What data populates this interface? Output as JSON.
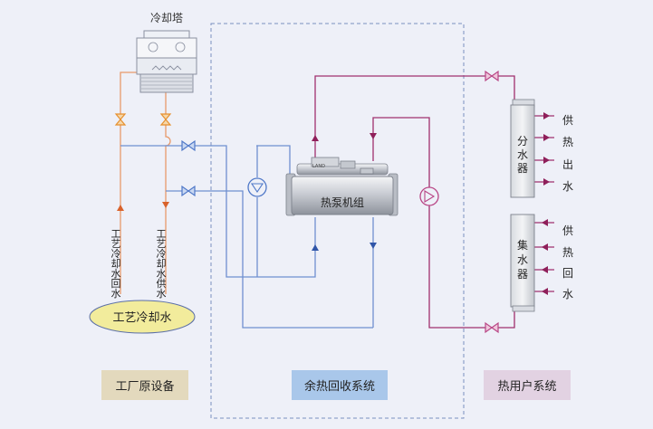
{
  "colors": {
    "background": "#eef0f8",
    "blue_pipe": "#6f8fd0",
    "orange_pipe": "#e89a6a",
    "purple_pipe": "#a0306e",
    "valve_blue": "#4f78c8",
    "valve_orange": "#e6902f",
    "valve_purple": "#b84585",
    "arrow_blue": "#2f55a8",
    "arrow_orange": "#d9622b",
    "arrow_purple": "#8f1f5a",
    "tank_fill": "#f2ec9c",
    "label_factory_bg": "#e3d9bd",
    "label_recovery_bg": "#a9c7ea",
    "label_user_bg": "#e2d2e2"
  },
  "diagram": {
    "cooling_tower": "冷却塔",
    "tank": "工艺冷却水",
    "return_pipe_label": [
      "工",
      "艺",
      "冷",
      "却",
      "水",
      "回",
      "水"
    ],
    "supply_pipe_label": [
      "工",
      "艺",
      "冷",
      "却",
      "水",
      "供",
      "水"
    ],
    "heat_pump": "热泵机组",
    "heat_pump_logo": "LAND",
    "distributor": [
      "分",
      "水",
      "器"
    ],
    "collector": [
      "集",
      "水",
      "器"
    ],
    "supply_outlet_label": [
      "供",
      "热",
      "出",
      "水"
    ],
    "return_inlet_label": [
      "供",
      "热",
      "回",
      "水"
    ]
  },
  "sections": {
    "factory": "工厂原设备",
    "recovery": "余热回收系统",
    "user": "热用户系统"
  }
}
